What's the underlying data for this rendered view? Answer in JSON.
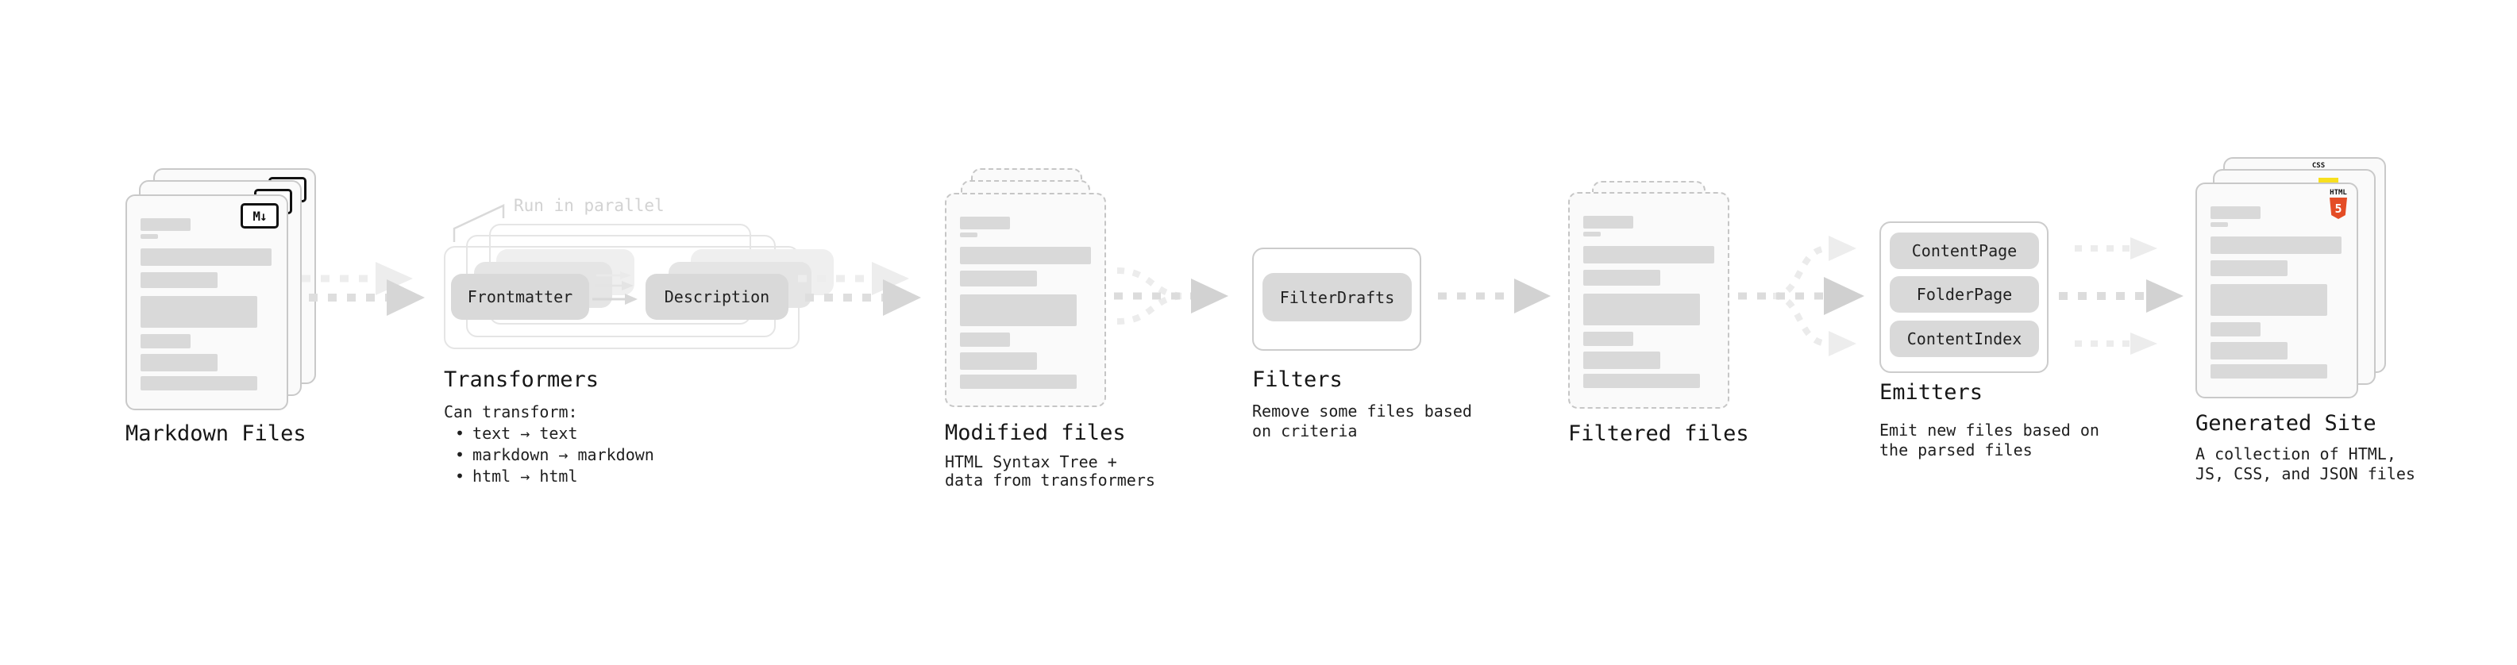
{
  "ui": {
    "bullet_char": "•"
  },
  "colors": {
    "html5_orange": "#e44d26",
    "js_yellow": "#f7df1e",
    "css_blue": "#2d53e5",
    "bar_gray": "#d9d9d9"
  },
  "stages": {
    "markdown": {
      "title": "Markdown Files",
      "badge": "M↓"
    },
    "transformers": {
      "title": "Transformers",
      "note": "Run in parallel",
      "pill_left": "Frontmatter",
      "pill_right": "Description",
      "desc_heading": "Can transform:",
      "bullets": [
        "text → text",
        "markdown → markdown",
        "html → html"
      ]
    },
    "modified": {
      "title": "Modified files",
      "desc": [
        "HTML Syntax Tree +",
        "data from transformers"
      ]
    },
    "filters": {
      "title": "Filters",
      "pill": "FilterDrafts",
      "desc": [
        "Remove some files based",
        "on criteria"
      ]
    },
    "filtered": {
      "title": "Filtered files"
    },
    "emitters": {
      "title": "Emitters",
      "pills": [
        "ContentPage",
        "FolderPage",
        "ContentIndex"
      ],
      "desc": [
        "Emit new files based on",
        "the parsed files"
      ]
    },
    "generated": {
      "title": "Generated Site",
      "desc": [
        "A collection of HTML,",
        "JS, CSS, and JSON files"
      ],
      "badges": {
        "css": "CSS",
        "html_label": "HTML",
        "html_number": "5"
      }
    }
  }
}
